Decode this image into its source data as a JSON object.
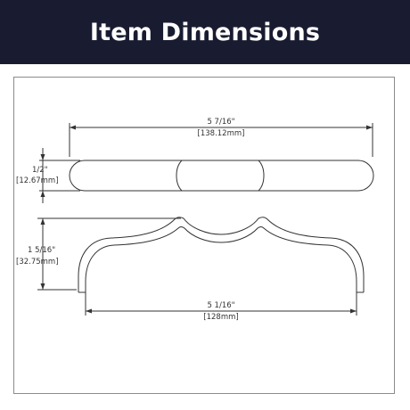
{
  "header": {
    "title": "Item Dimensions",
    "background": "#191c31",
    "text_color": "#ffffff"
  },
  "dimensions": {
    "overall_length": {
      "fraction": "5 7/16\"",
      "metric": "[138.12mm]"
    },
    "thickness": {
      "fraction": "1/2\"",
      "metric": "[12.67mm]"
    },
    "projection": {
      "fraction": "1 5/16\"",
      "metric": "[32.75mm]"
    },
    "center_to_center": {
      "fraction": "5 1/16\"",
      "metric": "[128mm]"
    }
  },
  "colors": {
    "line": "#333333",
    "frame": "#8c8c8c"
  }
}
